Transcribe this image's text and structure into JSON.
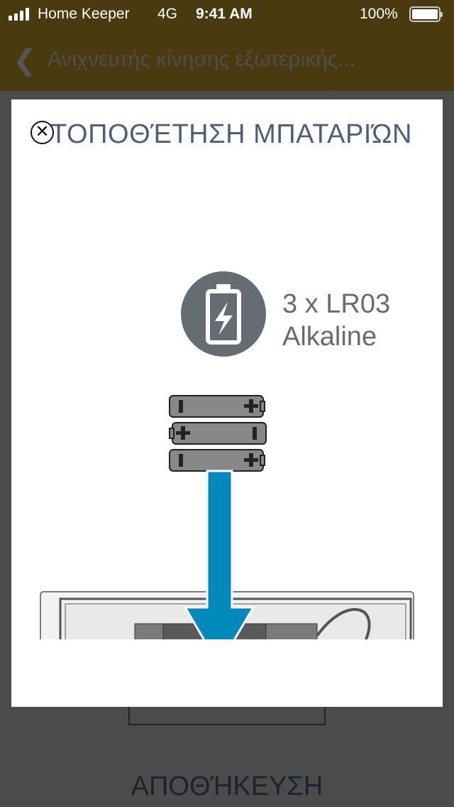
{
  "status_bar": {
    "carrier": "Home Keeper",
    "network": "4G",
    "time": "9:41 AM",
    "battery": "100%"
  },
  "nav": {
    "title": "Ανιχνευτής κίνησης εξωτερικής..."
  },
  "modal": {
    "title": "ΤΟΠΟΘΈΤΗΣΗ ΜΠΑΤΑΡΙΏΝ",
    "battery_spec_line1": "3 x LR03",
    "battery_spec_line2": "Alkaline"
  },
  "footer": {
    "save_label": "ΑΠΟΘΉΚΕΥΣΗ"
  },
  "colors": {
    "accent": "#0089bb",
    "nav_bg": "#4a3a10",
    "title": "#4d5f78"
  }
}
